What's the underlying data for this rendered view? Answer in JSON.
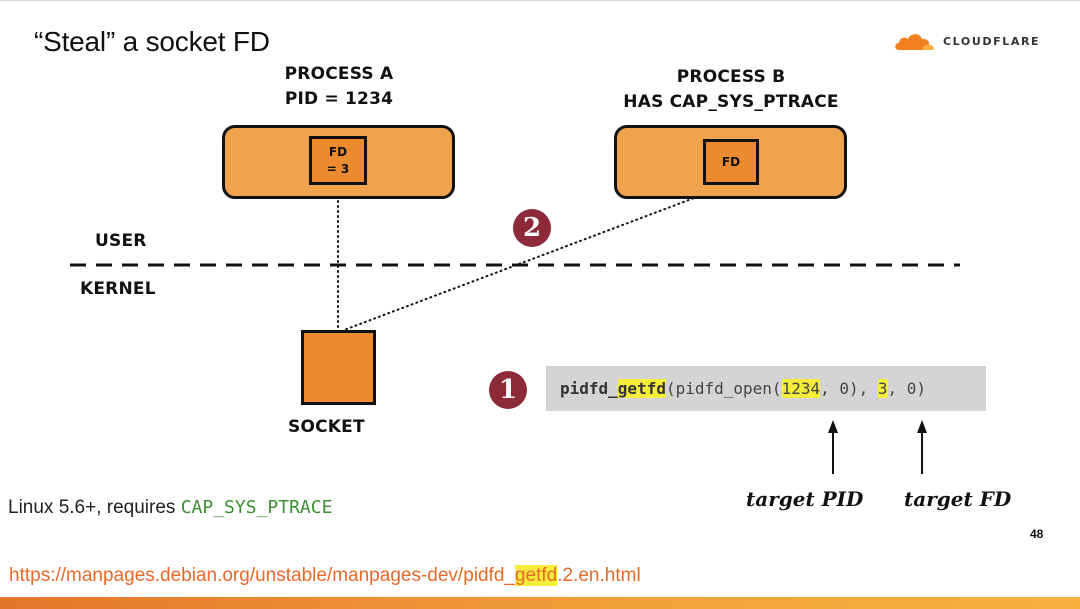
{
  "slide": {
    "title": "“Steal” a socket FD",
    "slide_number": "48"
  },
  "logo": {
    "text": "CLOUDFLARE"
  },
  "process_a": {
    "line1": "Process A",
    "line2": "PID = 1234",
    "fd_label": "FD\n= 3"
  },
  "process_b": {
    "line1": "Process B",
    "line2": "has CAP_SYS_PTRACE",
    "fd_label": "FD"
  },
  "layers": {
    "user": "USER",
    "kernel": "KERNEL"
  },
  "socket": {
    "label": "SOCKET"
  },
  "steps": {
    "one": "1",
    "two": "2"
  },
  "code": {
    "p1": "pidfd_",
    "fn_hl": "getfd",
    "p2": "(pidfd_open(",
    "pid": "1234",
    "p3": ", 0), ",
    "fd": "3",
    "p4": ", 0)"
  },
  "annotations": {
    "target_pid": "target PID",
    "target_fd": "target FD"
  },
  "requirement": {
    "prefix": "Linux 5.6+, requires ",
    "cap": "CAP_SYS_PTRACE"
  },
  "url": {
    "pre": "https://manpages.debian.org/unstable/manpages-dev/pidfd_",
    "hl": "getfd",
    "post": ".2.en.html"
  },
  "colors": {
    "process_fill": "#efa34d",
    "fd_fill": "#ec8a2f",
    "highlight": "#f6ec3a",
    "step_circle": "#8c2a38",
    "code_bg": "#d4d4d4",
    "cap_text": "#3c8f32",
    "url_text": "#e8692a"
  }
}
